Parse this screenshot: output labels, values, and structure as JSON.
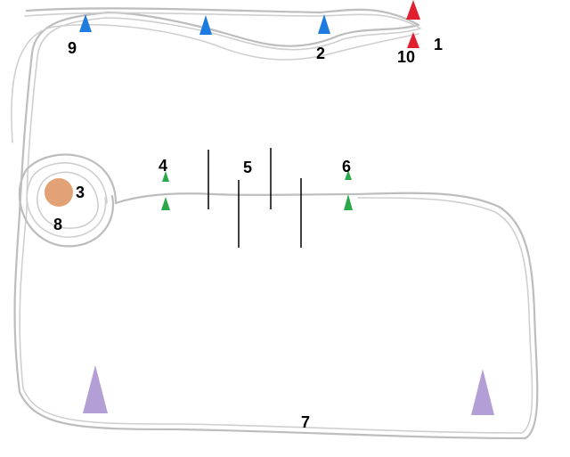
{
  "labels": {
    "l1": "1",
    "l2": "2",
    "l3": "3",
    "l4": "4",
    "l5": "5",
    "l6": "6",
    "l7": "7",
    "l8": "8",
    "l9": "9",
    "l10": "10"
  },
  "colors": {
    "trail": "#bdbdbd",
    "blue_cone": "#1e7be0",
    "red_cone": "#e0202e",
    "green_cone": "#2aa84a",
    "purple_cone": "#b39ed6",
    "pylon": "#e2a276",
    "gate": "#000000"
  }
}
